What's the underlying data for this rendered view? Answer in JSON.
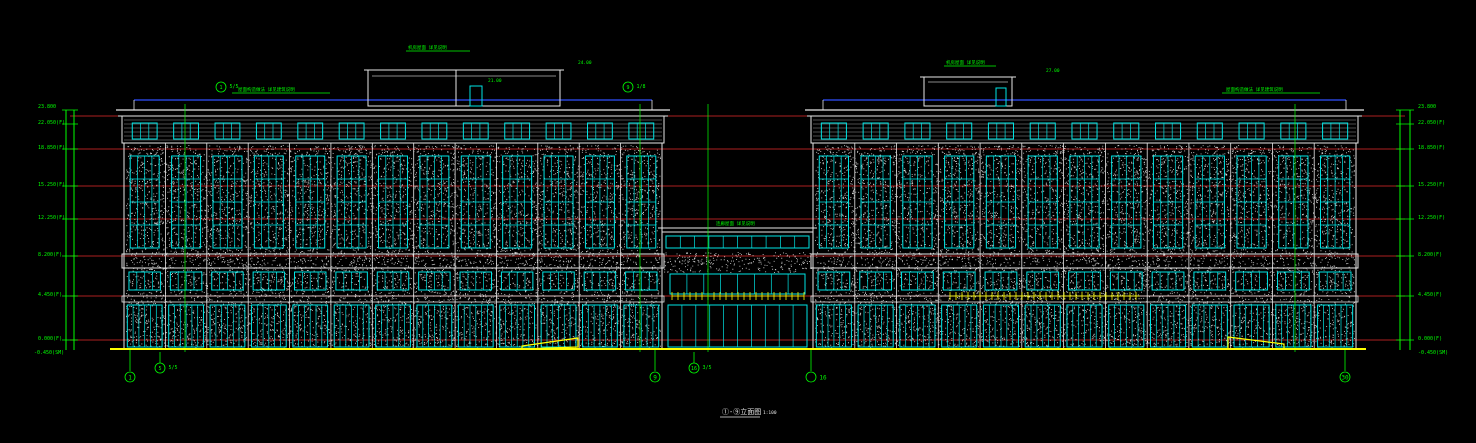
{
  "drawing": {
    "title": "①-⑨立面图",
    "scale": "1:100",
    "axes": [
      "1",
      "9",
      "16",
      "30"
    ],
    "grid_bubbles": [
      {
        "num": "1",
        "tag": "5/5"
      },
      {
        "num": "9",
        "tag": "1/8"
      },
      {
        "num": "5",
        "tag": "5/5"
      },
      {
        "num": "16",
        "tag": "3/5"
      }
    ],
    "levels": {
      "left": [
        "23.800",
        "22.050(F)",
        "18.850(F)",
        "15.250(F)",
        "12.250(F)",
        "8.200(F)",
        "4.450(F)",
        "0.000(F)",
        "-0.450(SM)"
      ],
      "right": [
        "23.800",
        "22.050(F)",
        "18.850(F)",
        "15.250(F)",
        "12.250(F)",
        "8.200(F)",
        "4.450(F)",
        "0.000(F)",
        "-0.450(SM)"
      ]
    },
    "notes": {
      "roof_left": "屋面构造做法 详见建筑说明",
      "roof_right": "屋面构造做法 详见建筑说明",
      "mech_left": "机房屋面 详见说明",
      "mech_right": "机房屋面 详见说明",
      "link_roof": "连廊屋面 详见说明",
      "level_2400": "24.00",
      "level_2100": "21.00",
      "level_2700": "27.00"
    },
    "colors": {
      "background": "#000000",
      "glass": "#00e5e5",
      "grid": "#00ff00",
      "floor_line": "#ff3030",
      "wall": "#e6e6e6",
      "roof_line": "#3050ff",
      "ground": "#ffff00"
    }
  }
}
